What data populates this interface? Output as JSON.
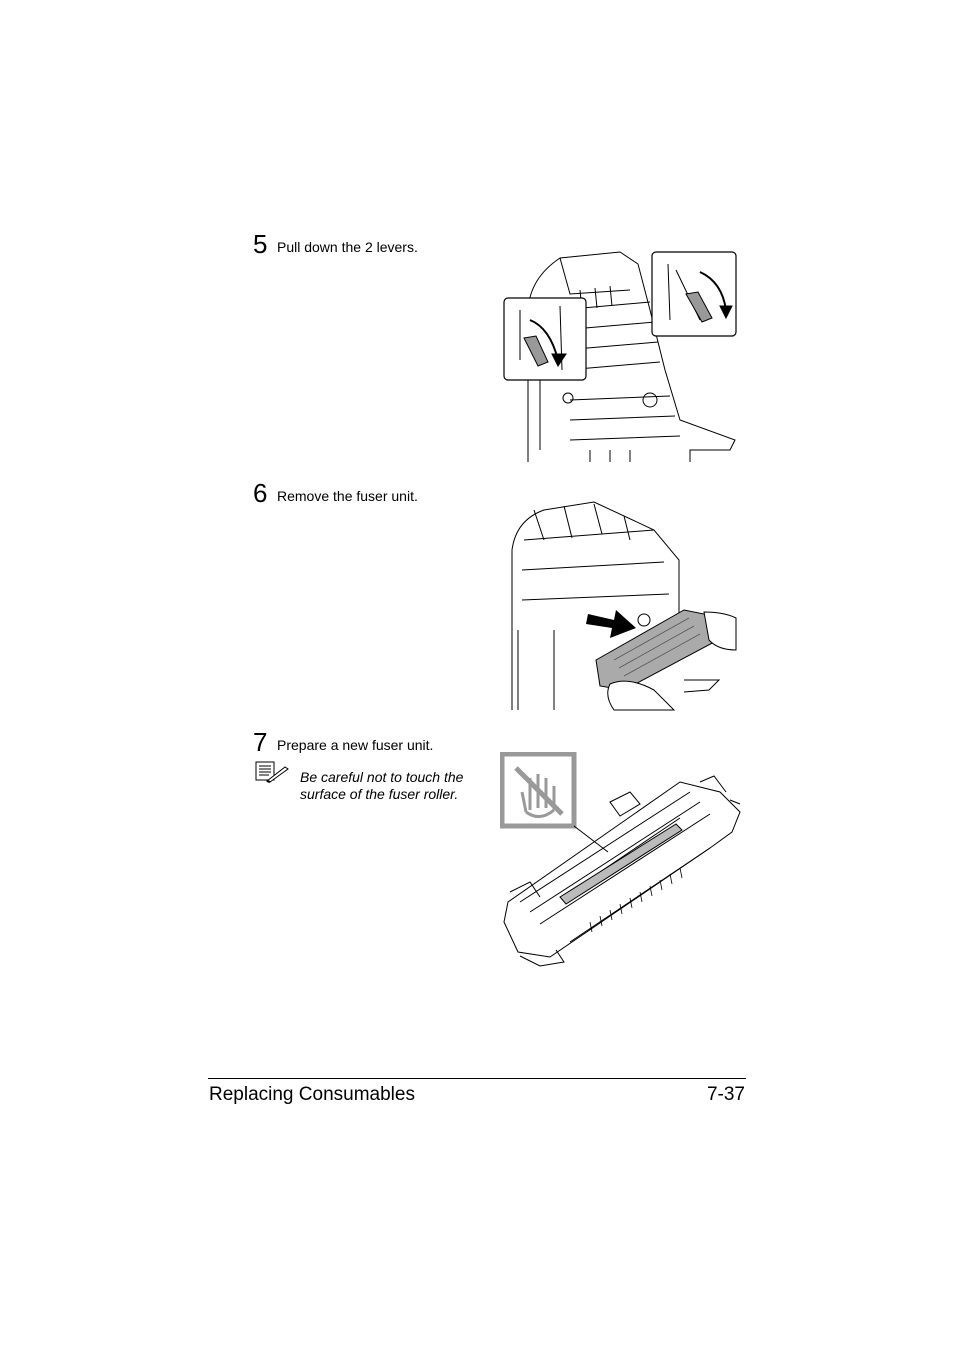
{
  "steps": [
    {
      "number": "5",
      "text": "Pull down the 2 levers."
    },
    {
      "number": "6",
      "text": "Remove the fuser unit."
    },
    {
      "number": "7",
      "text": "Prepare a new fuser unit."
    }
  ],
  "note": {
    "line1": "Be careful not to touch the",
    "line2": "surface of the fuser roller."
  },
  "footer": {
    "section": "Replacing Consumables",
    "page": "7-37"
  }
}
